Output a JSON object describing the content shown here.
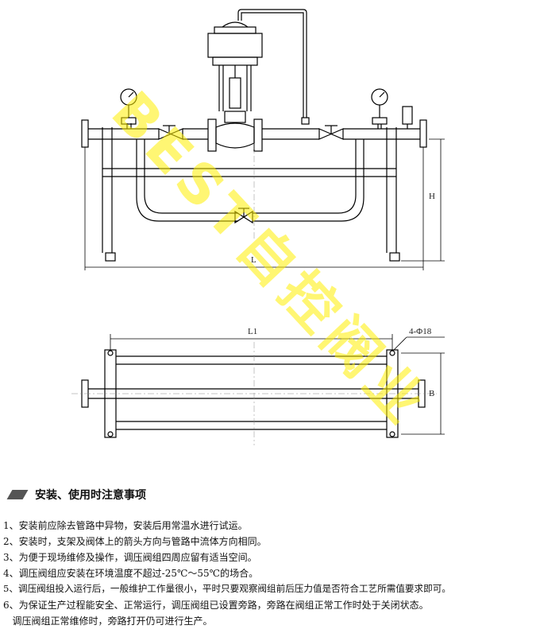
{
  "dimensions": {
    "height_label": "H",
    "length_label": "L",
    "l1_label": "L1",
    "hole_label": "4-Φ18",
    "width_label": "B"
  },
  "watermark": {
    "text": "BEST自控阀业",
    "color": "#ffee00"
  },
  "notes": {
    "title": "安装、使用时注意事项",
    "items": [
      "1、安装前应除去管路中异物，安装后用常温水进行试运。",
      "2、安装时，支架及阀体上的箭头方向与管路中流体方向相同。",
      "3、为便于现场维修及操作，调压阀组四周应留有适当空间。",
      "4、调压阀组应安装在环境温度不超过-25℃～55℃的场合。",
      "5、调压阀组投入运行后，一般维护工作量很小，平时只要观察阀组前后压力值是否符合工艺所需值要求即可。",
      "6、为保证生产过程能安全、正常运行，调压阀组已设置旁路，旁路在阀组正常工作时处于关闭状态。",
      "   调压阀组正常维修时，旁路打开仍可进行生产。"
    ]
  }
}
